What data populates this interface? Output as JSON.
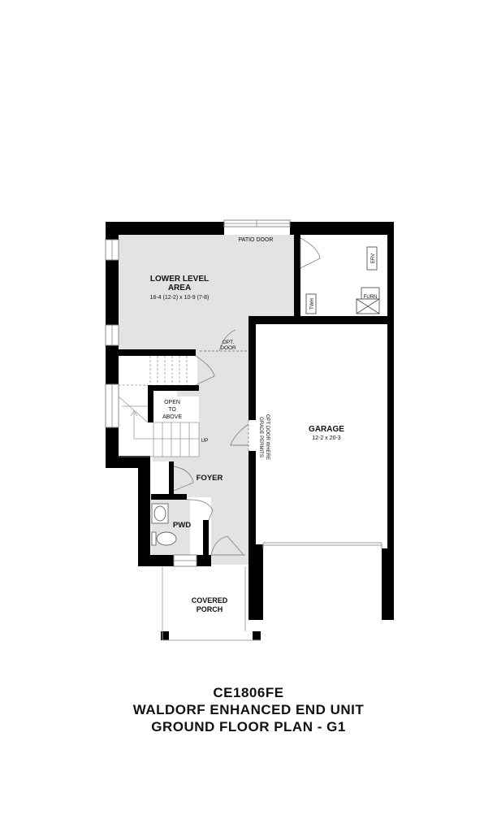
{
  "rooms": {
    "lower_level": {
      "name_line1": "LOWER LEVEL",
      "name_line2": "AREA",
      "dims": "16-4 (12-2) x 10-9 (7-8)"
    },
    "garage": {
      "name": "GARAGE",
      "dims": "12-2 x 20-3"
    },
    "foyer": {
      "name": "FOYER"
    },
    "pwd": {
      "name": "PWD"
    },
    "porch": {
      "name_line1": "COVERED",
      "name_line2": "PORCH"
    },
    "open_to_above": {
      "line1": "OPEN",
      "line2": "TO",
      "line3": "ABOVE"
    }
  },
  "labels": {
    "patio_door": "PATIO DOOR",
    "opt_door_line1": "OPT.",
    "opt_door_line2": "DOOR",
    "opt_door_grade_line1": "OPT DOOR WHERE",
    "opt_door_grade_line2": "GRADE PERMITS",
    "up": "UP",
    "erv": "ERV",
    "twh": "TWH",
    "furn": "FURN"
  },
  "title": {
    "line1": "CE1806FE",
    "line2": "WALDORF ENHANCED END UNIT",
    "line3": "GROUND FLOOR PLAN - G1"
  }
}
